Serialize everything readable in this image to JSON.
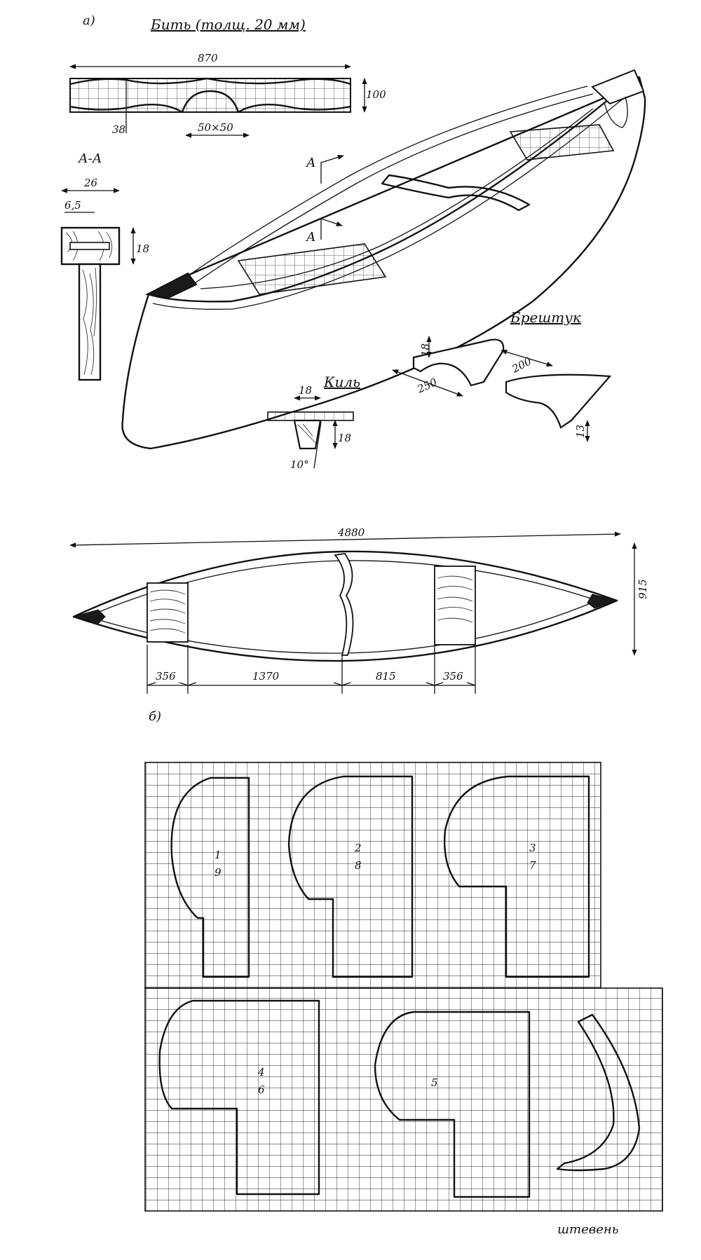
{
  "panels": {
    "a": "а)",
    "b": "б)"
  },
  "thwart": {
    "title": "Бить (толщ. 20 мм)",
    "length": "870",
    "height": "100",
    "depth": "38",
    "grid": "50×50"
  },
  "section_aa": {
    "title": "А-А",
    "width": "26",
    "inner": "6,5",
    "height": "18"
  },
  "section_marks": {
    "upper": "А",
    "lower": "А"
  },
  "keel": {
    "title": "Киль",
    "width": "18",
    "height": "18",
    "angle": "10°"
  },
  "breasthook": {
    "title": "Брештук",
    "thickness": "18",
    "length_a": "250",
    "length_b": "200",
    "end_thickness": "13"
  },
  "plan": {
    "overall_length": "4880",
    "beam": "915",
    "segments": [
      "356",
      "1370",
      "815",
      "356"
    ]
  },
  "molds": {
    "labels": [
      "1",
      "9",
      "2",
      "8",
      "3",
      "7",
      "4",
      "6",
      "5"
    ],
    "stem_label": "штевень"
  }
}
